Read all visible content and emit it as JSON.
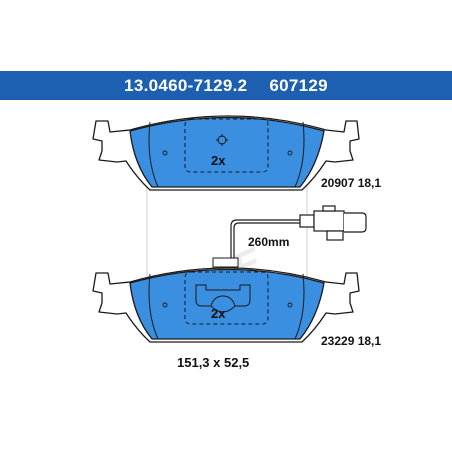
{
  "header": {
    "part_number": "13.0460-7129.2",
    "reference_number": "607129",
    "background_color": "#1d5fb0",
    "text_color": "#ffffff"
  },
  "top_pad": {
    "quantity_label": "2x",
    "code_label": "20907 18,1",
    "fill_color": "#3b8fe0"
  },
  "sensor": {
    "length_label": "260mm"
  },
  "bottom_pad": {
    "quantity_label": "2x",
    "code_label": "23229 18,1",
    "dimensions_label": "151,3 x 52,5",
    "fill_color": "#3b8fe0"
  },
  "watermark": {
    "brand_text": "ATE"
  }
}
